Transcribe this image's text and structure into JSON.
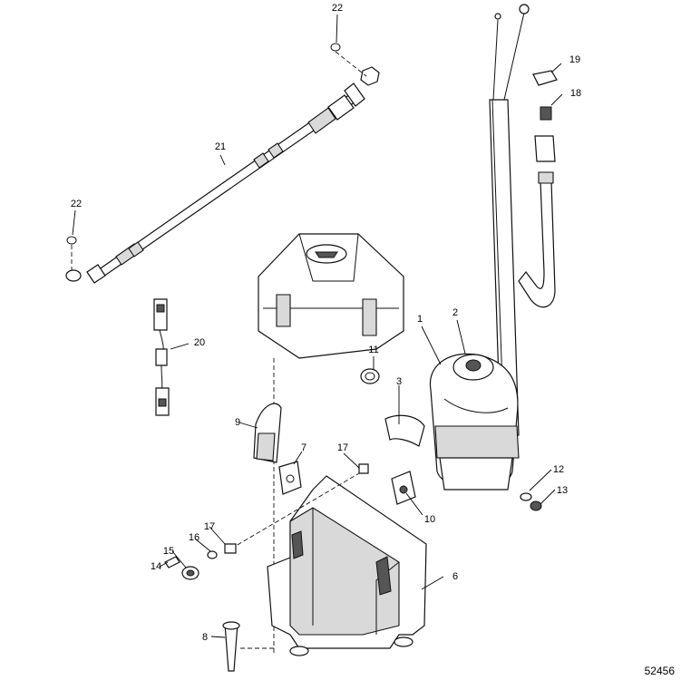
{
  "figure_number": "52456",
  "callouts": [
    {
      "id": "c1",
      "label": "1"
    },
    {
      "id": "c2",
      "label": "2"
    },
    {
      "id": "c3",
      "label": "3"
    },
    {
      "id": "c6",
      "label": "6"
    },
    {
      "id": "c7",
      "label": "7"
    },
    {
      "id": "c8",
      "label": "8"
    },
    {
      "id": "c9",
      "label": "9"
    },
    {
      "id": "c10",
      "label": "10"
    },
    {
      "id": "c11",
      "label": "11"
    },
    {
      "id": "c12",
      "label": "12"
    },
    {
      "id": "c13",
      "label": "13"
    },
    {
      "id": "c14",
      "label": "14"
    },
    {
      "id": "c15",
      "label": "15"
    },
    {
      "id": "c16",
      "label": "16"
    },
    {
      "id": "c17a",
      "label": "17"
    },
    {
      "id": "c17b",
      "label": "17"
    },
    {
      "id": "c18",
      "label": "18"
    },
    {
      "id": "c19",
      "label": "19"
    },
    {
      "id": "c20",
      "label": "20"
    },
    {
      "id": "c21",
      "label": "21"
    },
    {
      "id": "c22a",
      "label": "22"
    },
    {
      "id": "c22b",
      "label": "22"
    }
  ]
}
